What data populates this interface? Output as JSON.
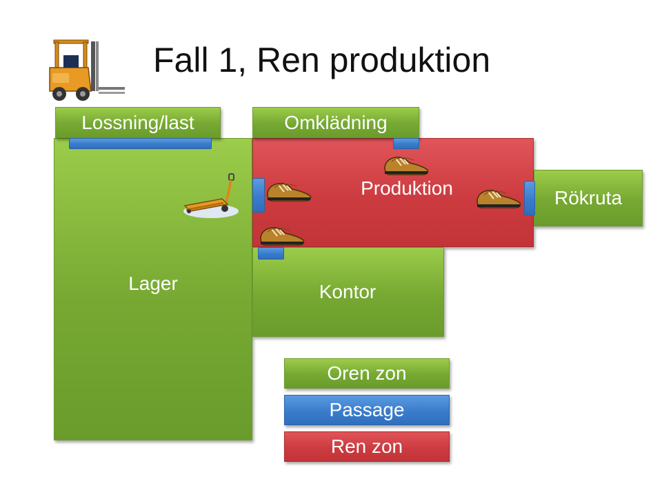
{
  "title": "Fall 1, Ren produktion",
  "zones": {
    "lossning": "Lossning/last",
    "omkladning": "Omklädning",
    "lager": "Lager",
    "produktion": "Produktion",
    "rokruta": "Rökruta",
    "kontor": "Kontor"
  },
  "legend": {
    "oren": "Oren zon",
    "passage": "Passage",
    "ren": "Ren zon"
  },
  "colors": {
    "oren_zon": "#76a832",
    "passage": "#3a7ccc",
    "ren_zon": "#cc3b3f"
  },
  "icons": [
    "forklift-icon",
    "pallet-jack-icon",
    "shoe-icon"
  ]
}
